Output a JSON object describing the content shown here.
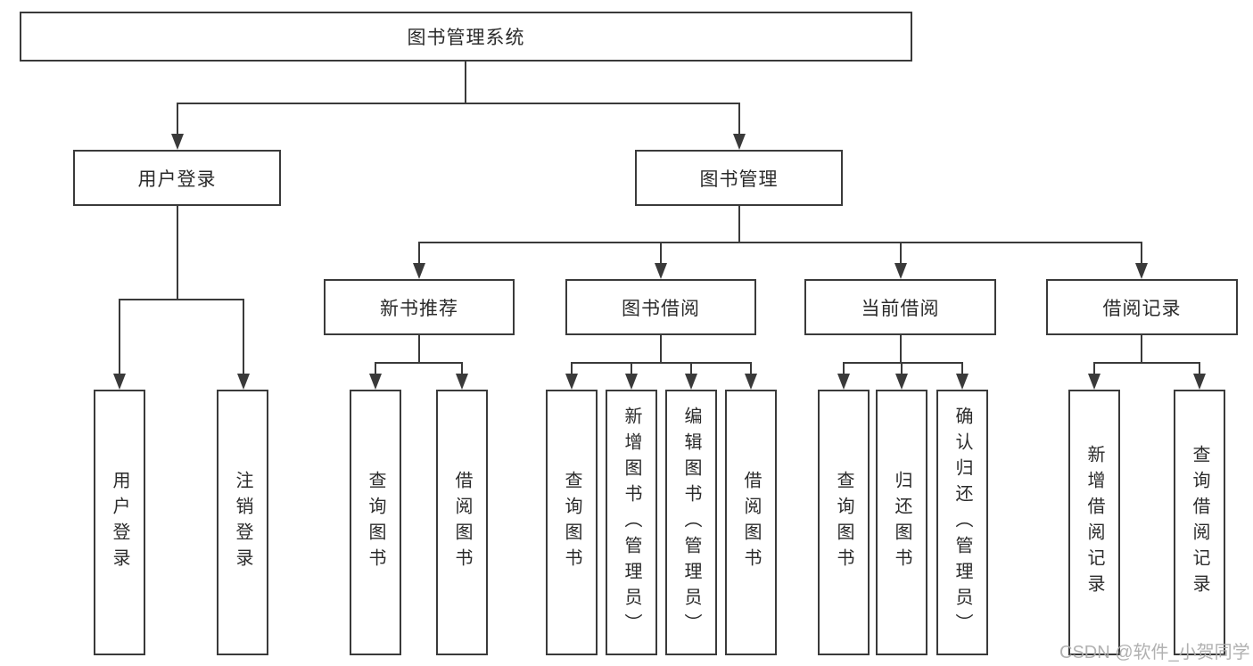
{
  "colors": {
    "line": "#3a3a3a",
    "box_border": "#3a3a3a",
    "text": "#2b2b2b",
    "background": "#ffffff",
    "watermark": "#ababab"
  },
  "watermark": {
    "text": "CSDN @软件_小贺同学"
  },
  "diagram": {
    "type": "hierarchy-tree",
    "root": {
      "label": "图书管理系统",
      "children": [
        {
          "label": "用户登录",
          "children": [
            {
              "label": "用户登录"
            },
            {
              "label": "注销登录"
            }
          ]
        },
        {
          "label": "图书管理",
          "children": [
            {
              "label": "新书推荐",
              "children": [
                {
                  "label": "查询图书"
                },
                {
                  "label": "借阅图书"
                }
              ]
            },
            {
              "label": "图书借阅",
              "children": [
                {
                  "label": "查询图书"
                },
                {
                  "label": "新增图书（管理员）"
                },
                {
                  "label": "编辑图书（管理员）"
                },
                {
                  "label": "借阅图书"
                }
              ]
            },
            {
              "label": "当前借阅",
              "children": [
                {
                  "label": "查询图书"
                },
                {
                  "label": "归还图书"
                },
                {
                  "label": "确认归还（管理员）"
                }
              ]
            },
            {
              "label": "借阅记录",
              "children": [
                {
                  "label": "新增借阅记录"
                },
                {
                  "label": "查询借阅记录"
                }
              ]
            }
          ]
        }
      ]
    }
  }
}
